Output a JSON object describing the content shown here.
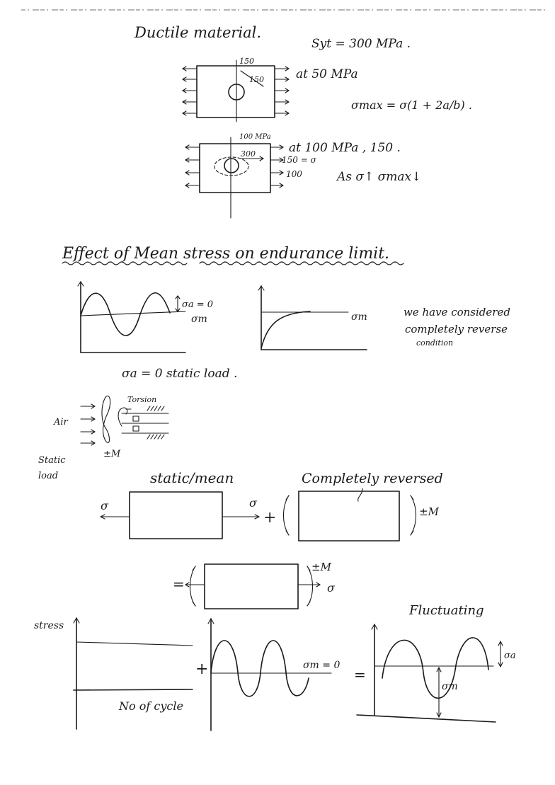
{
  "sections": {
    "ductile": {
      "heading": "Ductile material.",
      "syt": "Syt = 300 MPa .",
      "plate1": {
        "top_label": "150",
        "arrow_label": "150",
        "side_note": "at 50 MPa"
      },
      "formula": "σmax = σ(1 + 2a/b) .",
      "plate2": {
        "top_label": "100 MPa",
        "inner_label": "300",
        "note_main": "at 100 MPa , 150 .",
        "note_eq": "150 = σ",
        "note_100": "100",
        "trend": "As σ↑  σmax↓"
      }
    },
    "mean_stress": {
      "heading": "Effect of Mean stress on endurance limit.",
      "graph1": {
        "sigma_a": "σa = 0",
        "sigma_m": "σm"
      },
      "graph2": {
        "sigma_m": "σm"
      },
      "note_line1": "we have considered",
      "note_line2": "completely reverse",
      "note_line3": "condition",
      "static_load": "σa = 0  static load ."
    },
    "torsion_sketch": {
      "torsion_label": "Torsion",
      "air_label": "Air",
      "moment_label": "±M",
      "static_label_1": "Static",
      "static_label_2": "load"
    },
    "decomposition": {
      "static_mean_label": "static/mean",
      "completely_reversed_label": "Completely reversed",
      "sigma_left": "σ",
      "sigma_right": "σ",
      "plus": "+",
      "moment_right": "±M",
      "equals": "=",
      "moment_combined": "±M",
      "sigma_combined": "σ"
    },
    "fluctuating": {
      "stress_label": "stress",
      "no_cycle": "No of cycle",
      "plus": "+",
      "sigma_m_zero": "σm = 0",
      "equals": "=",
      "title": "Fluctuating",
      "sigma_a": "σa",
      "sigma_m": "σm"
    }
  }
}
